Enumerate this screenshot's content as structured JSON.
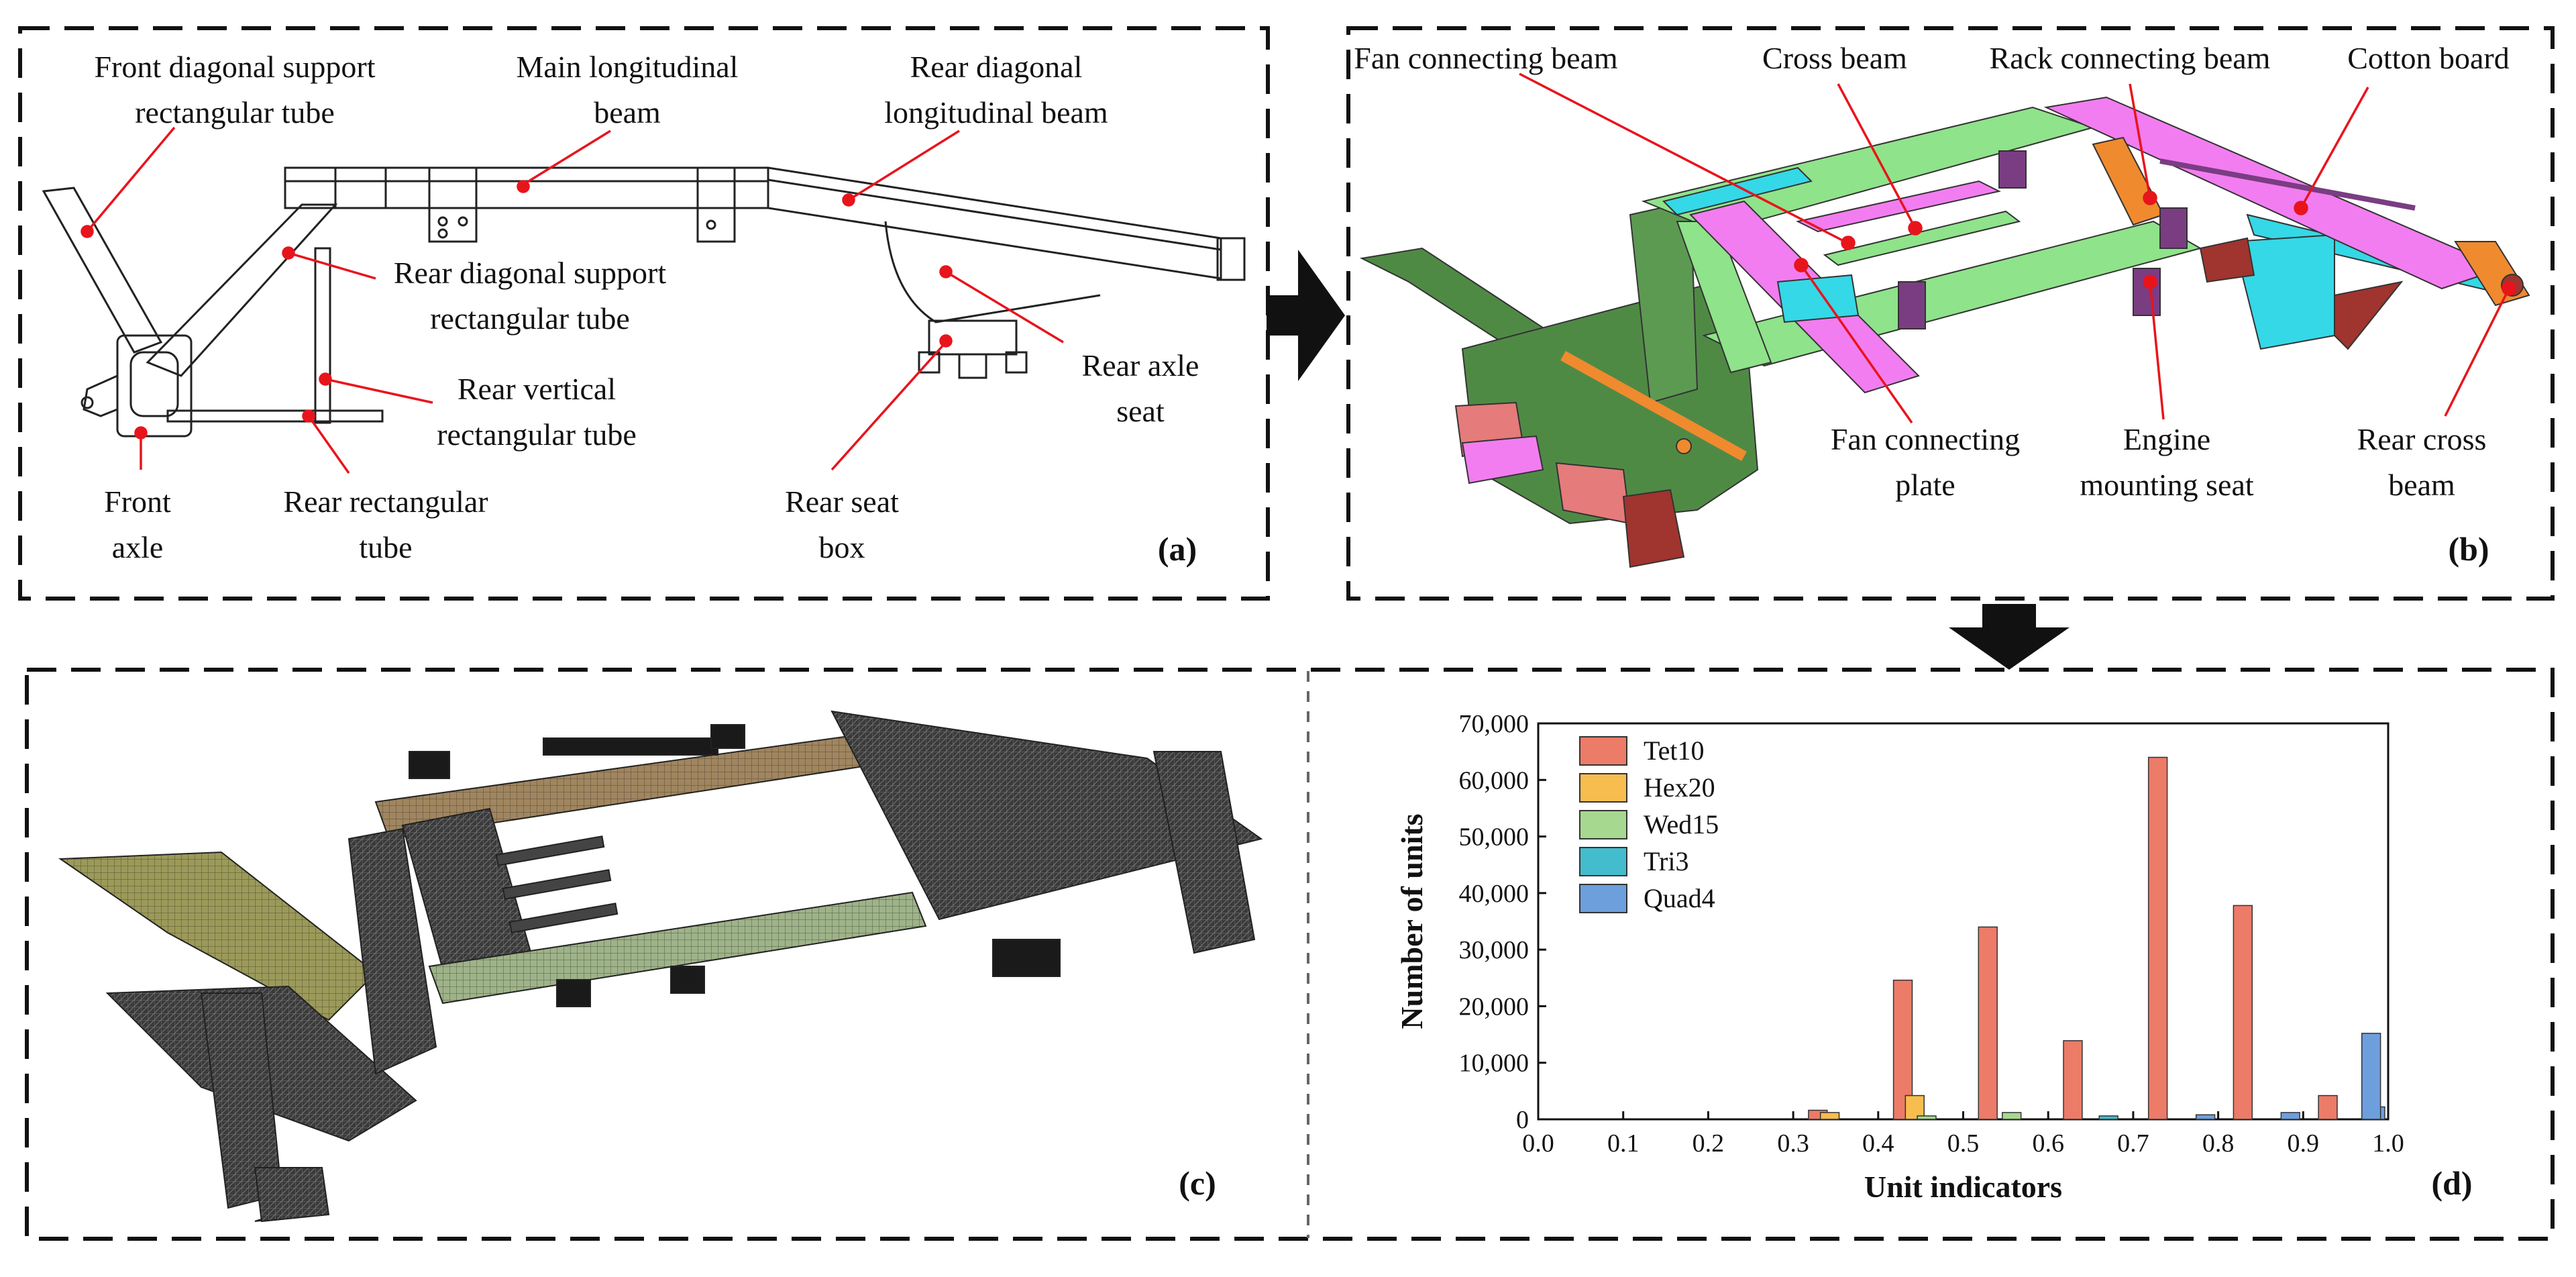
{
  "panels": {
    "a": {
      "tag": "(a)",
      "labels": {
        "front_diag_1": "Front diagonal support",
        "front_diag_2": "rectangular tube",
        "main_long_1": "Main longitudinal",
        "main_long_2": "beam",
        "rear_diag_long_1": "Rear diagonal",
        "rear_diag_long_2": "longitudinal beam",
        "rear_diag_sup_1": "Rear diagonal support",
        "rear_diag_sup_2": "rectangular tube",
        "rear_vert_1": "Rear vertical",
        "rear_vert_2": "rectangular tube",
        "rear_axle_seat_1": "Rear axle",
        "rear_axle_seat_2": "seat",
        "front_axle_1": "Front",
        "front_axle_2": "axle",
        "rear_rect_1": "Rear rectangular",
        "rear_rect_2": "tube",
        "rear_seat_box_1": "Rear seat",
        "rear_seat_box_2": "box"
      }
    },
    "b": {
      "tag": "(b)",
      "labels": {
        "fan_beam": "Fan connecting beam",
        "cross_beam": "Cross beam",
        "rack_beam": "Rack connecting beam",
        "cotton_board": "Cotton board",
        "fan_plate_1": "Fan connecting",
        "fan_plate_2": "plate",
        "engine_seat_1": "Engine",
        "engine_seat_2": "mounting seat",
        "rear_cross_1": "Rear cross",
        "rear_cross_2": "beam"
      }
    },
    "c": {
      "tag": "(c)"
    },
    "d": {
      "tag": "(d)"
    }
  },
  "colors": {
    "leader": "#e8141c",
    "green": "#8fe38a",
    "dark_green": "#4f8a45",
    "magenta": "#f27df0",
    "cyan": "#35d8e6",
    "orange": "#f08a2e",
    "purple": "#7a3d82",
    "brown": "#a0342e",
    "salmon": "#e57b7b",
    "mesh": "#2b2b2b"
  },
  "chart_data": {
    "type": "bar",
    "xlabel": "Unit indicators",
    "ylabel": "Number of units",
    "xlim": [
      0.0,
      1.0
    ],
    "ylim": [
      0,
      70000
    ],
    "x_ticks": [
      "0.0",
      "0.1",
      "0.2",
      "0.3",
      "0.4",
      "0.5",
      "0.6",
      "0.7",
      "0.8",
      "0.9",
      "1.0"
    ],
    "y_ticks": [
      "0",
      "10,000",
      "20,000",
      "30,000",
      "40,000",
      "50,000",
      "60,000",
      "70,000"
    ],
    "legend_position": "top-left",
    "bins": [
      0.05,
      0.15,
      0.25,
      0.35,
      0.45,
      0.55,
      0.65,
      0.75,
      0.85,
      0.95
    ],
    "series": [
      {
        "name": "Tet10",
        "color": "#ec7b68",
        "values": [
          0,
          0,
          0,
          1600,
          24600,
          34000,
          13900,
          64000,
          37800,
          4200
        ]
      },
      {
        "name": "Hex20",
        "color": "#f7bd4f",
        "values": [
          0,
          0,
          0,
          1200,
          4200,
          0,
          0,
          0,
          0,
          0
        ]
      },
      {
        "name": "Wed15",
        "color": "#a7d88f",
        "values": [
          0,
          0,
          0,
          0,
          600,
          1200,
          0,
          0,
          0,
          0
        ]
      },
      {
        "name": "Tri3",
        "color": "#43bccd",
        "values": [
          0,
          0,
          0,
          0,
          0,
          0,
          600,
          0,
          0,
          0
        ]
      },
      {
        "name": "Quad4",
        "color": "#6d9fdd",
        "values": [
          0,
          0,
          0,
          0,
          0,
          0,
          0,
          800,
          1200,
          2200
        ]
      }
    ],
    "extra_bar": {
      "series": "Quad4",
      "x": 0.98,
      "value": 15200
    }
  }
}
